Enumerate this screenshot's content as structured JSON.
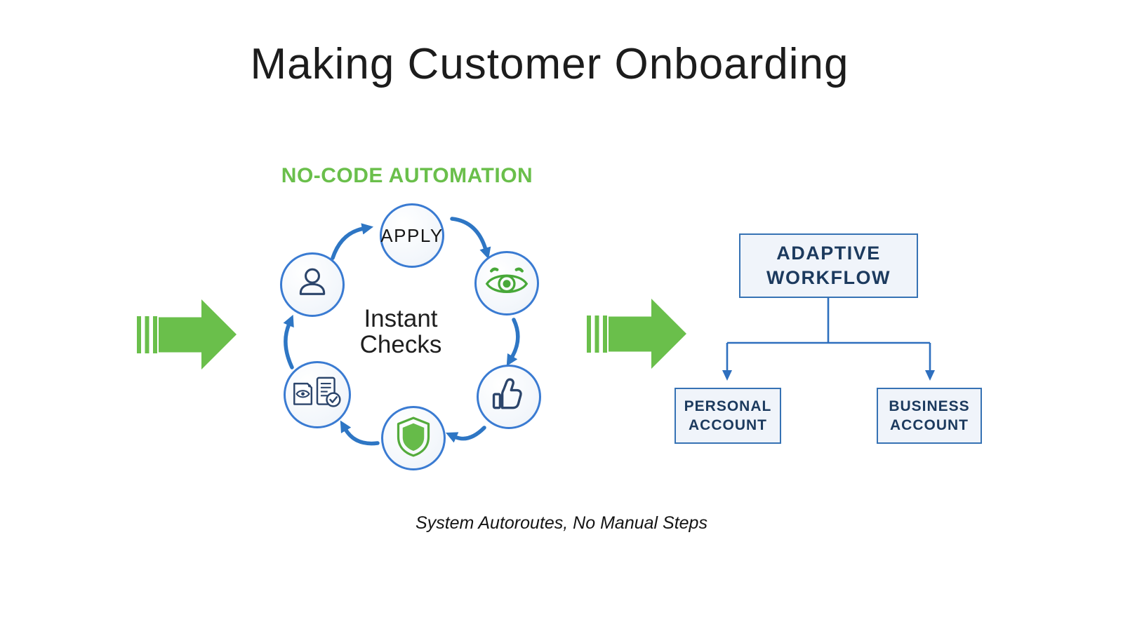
{
  "title": "Making Customer Onboarding",
  "cycle": {
    "label": "NO-CODE AUTOMATION",
    "center_text": "Instant Checks",
    "apply_label": "APPLY",
    "steps": [
      {
        "name": "apply",
        "label": "APPLY"
      },
      {
        "name": "review",
        "icon": "eye-icon"
      },
      {
        "name": "approve",
        "icon": "thumbs-up-icon"
      },
      {
        "name": "protect",
        "icon": "shield-icon"
      },
      {
        "name": "verify-documents",
        "icon": "document-check-icon"
      },
      {
        "name": "applicant",
        "icon": "person-icon"
      }
    ]
  },
  "workflow": {
    "root_label": "ADAPTIVE WORKFLOW",
    "children": [
      {
        "label": "PERSONAL ACCOUNT"
      },
      {
        "label": "BUSINESS ACCOUNT"
      }
    ]
  },
  "caption": "System Autoroutes, No Manual Steps",
  "colors": {
    "green": "#6abf4b",
    "green_icon": "#48a839",
    "blue_arrow": "#2e76c4",
    "circle_border": "#3a7bd2",
    "navy": "#1c3a5e",
    "icon_navy": "#2c456b",
    "box_bg": "#f0f4fa",
    "box_border": "#3672b4"
  }
}
